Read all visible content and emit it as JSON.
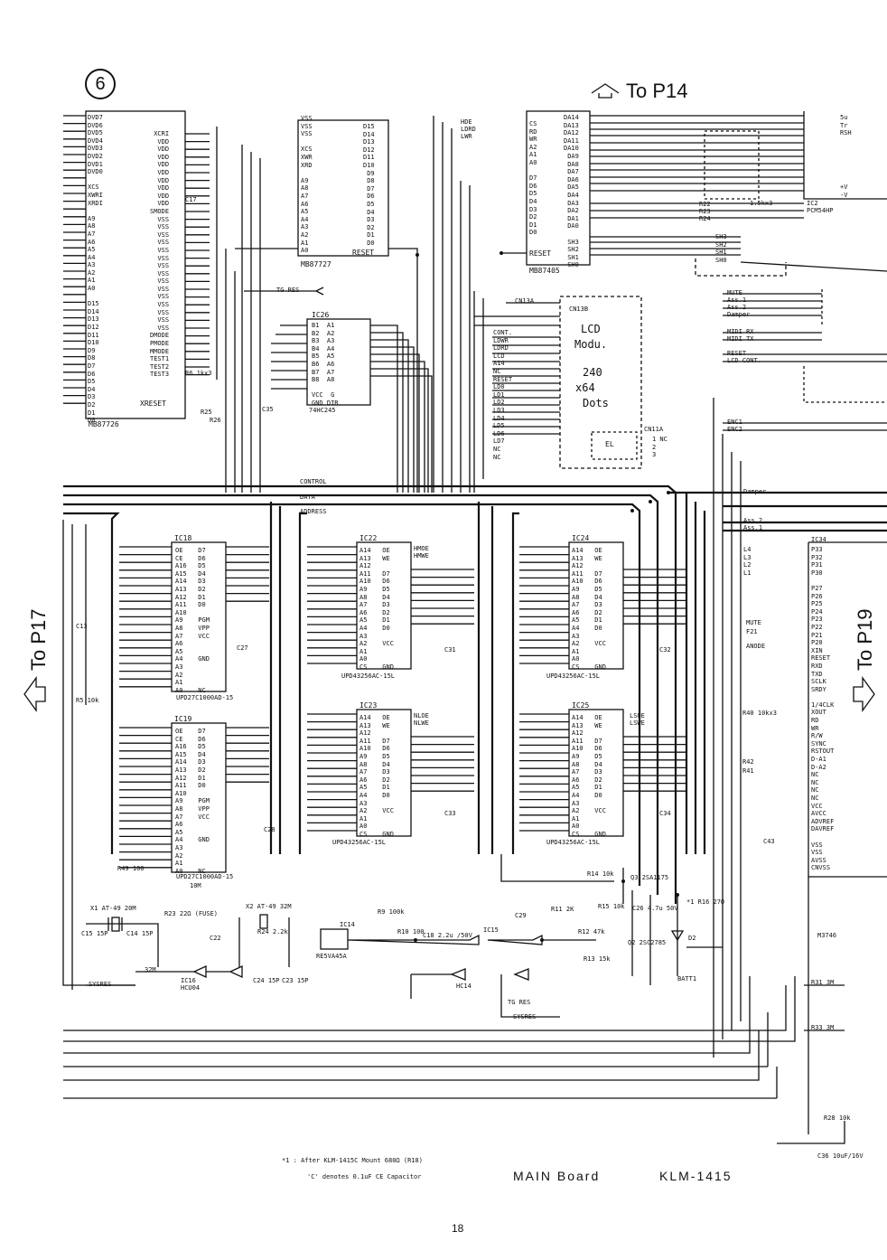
{
  "page": {
    "sheet_number": "6",
    "page_number": "18",
    "board_title": "MAIN Board",
    "model": "KLM-1415",
    "footnote_1": "*1 : After KLM-1415C Mount 680Ω (R18)",
    "footnote_2": "'C' denotes 0.1uF CE Capacitor"
  },
  "nav": {
    "to_p14": "To P14",
    "to_p17": "To P17",
    "to_p19": "To P19"
  },
  "buses": {
    "control": "CONTROL",
    "data": "DATA",
    "address": "ADDRESS"
  },
  "ics": {
    "mb87726": {
      "name": "MB87726",
      "xreset": "XRESET",
      "left_pins": "DVD7\nDVD6\nDVD5\nDVD4\nDVD3\nDVD2\nDVD1\nDVD0\n\nXCS\nXWRI\nXRDI\n\nA9\nA8\nA7\nA6\nA5\nA4\nA3\nA2\nA1\nA0\n\nD15\nD14\nD13\nD12\nD11\nD10\nD9\nD8\nD7\nD6\nD5\nD4\nD3\nD2\nD1\nD0",
      "right_pins": "XCRI\nVDD\nVDD\nVDD\nVDD\nVDD\nVDD\nVDD\nVDD\nVDD\nSMODE\nVSS\nVSS\nVSS\nVSS\nVSS\nVSS\nVSS\nVSS\nVSS\nVSS\nVSS\nVSS\nVSS\nVSS\nVSS\nDMODE\nPMODE\nMMODE\nTEST1\nTEST2\nTEST3"
    },
    "mb87727": {
      "name": "MB87727",
      "reset": "RESET",
      "left_pins": "VSS\nVSS\nVSS\n\nXCS\nXWR\nXRD\n\nA9\nA8\nA7\nA6\nA5\nA4\nA3\nA2\nA1\nA0",
      "right_pins": "D15\nD14\nD13\nD12\nD11\nD10\nD9\nD8\nD7\nD6\nD5\nD4\nD3\nD2\nD1\nD0"
    },
    "mb87405": {
      "name": "MB87405",
      "reset": "RESET",
      "left_pins": "CS\nRD\nWR\nA2\nA1\nA0\n\nD7\nD6\nD5\nD4\nD3\nD2\nD1\nD0",
      "right_pins": "DA14\nDA13\nDA12\nDA11\nDA10\nDA9\nDA8\nDA7\nDA6\nDA5\nDA4\nDA3\nDA2\nDA1\nDA0\n\nSH3\nSH2\nSH1\nSH0"
    },
    "ic26": {
      "name": "IC26",
      "part": "74HC245",
      "pins": "B1  A1\nB2  A2\nB3  A3\nB4  A4\nB5  A5\nB6  A6\nB7  A7\nB8  A8\n\nVCC  G\nGND DIR"
    },
    "ic18": {
      "name": "IC18",
      "part": "UPD27C1000AD-15",
      "pins": "OE    D7\nCE    D6\nA16   D5\nA15   D4\nA14   D3\nA13   D2\nA12   D1\nA11   D0\nA10\nA9    PGM\nA8    VPP\nA7    VCC\nA6\nA5\nA4    GND\nA3\nA2\nA1\nA0    NC"
    },
    "ic19": {
      "name": "IC19",
      "part": "UPD27C1000AD-15",
      "pins": "OE    D7\nCE    D6\nA16   D5\nA15   D4\nA14   D3\nA13   D2\nA12   D1\nA11   D0\nA10\nA9    PGM\nA8    VPP\nA7    VCC\nA6\nA5\nA4    GND\nA3\nA2\nA1\nA0    NC"
    },
    "ic22": {
      "name": "IC22",
      "part": "UPD43256AC-15L"
    },
    "ic23": {
      "name": "IC23",
      "part": "UPD43256AC-15L"
    },
    "ic24": {
      "name": "IC24",
      "part": "UPD43256AC-15L"
    },
    "ic25": {
      "name": "IC25",
      "part": "UPD43256AC-15L"
    },
    "sram_pins": "A14   OE\nA13   WE\nA12\nA11   D7\nA10   D6\nA9    D5\nA8    D4\nA7    D3\nA6    D2\nA5    D1\nA4    D0\nA3\nA2    VCC\nA1\nA0\nCS    GND",
    "ic2": {
      "name": "IC2",
      "part": "PCM54HP"
    },
    "ic34": {
      "name": "IC34",
      "part": "M3746",
      "pins": "P33\nP32\nP31\nP30\n\nP27\nP26\nP25\nP24\nP23\nP22\nP21\nP20\nXIN\nRESET\nRXD\nTXD\nSCLK\nSRDY\n\n1/4CLK\nXOUT\nRD\nWR\nR/W\nSYNC\nRSTOUT\nD-A1\nD-A2\nNC\nNC\nNC\nNC\nVCC\nAVCC\nADVREF\nDAVREF\n\nVSS\nVSS\nAVSS\nCNVSS"
    },
    "ic14": {
      "name": "IC14",
      "part": "RE5VA45A"
    },
    "ic15": "IC15",
    "ic16": {
      "name": "IC16",
      "part": "HCU04"
    },
    "hc14": "HC14"
  },
  "lcd": {
    "connector_a": "CN13A",
    "connector_b": "CN13B",
    "line1": "LCD",
    "line2": "Modu.",
    "line3": "240",
    "line4": "x64",
    "line5": "Dots",
    "pins": "CONT.\nLDWR\nLDRD\nLCD\nA14\nNC\nRESET\nLD0\nLD1\nLD2\nLD3\nLD4\nLD5\nLD6\nLD7\nNC\nNC",
    "el_connector": "CN11A",
    "el_label": "EL",
    "el_pins": "1 NC\n2\n3"
  },
  "signals": {
    "tg_res": "TG RES",
    "sysres": "SYSRES",
    "xreset": "XRESET",
    "reset": "RESET",
    "mute": "MUTE",
    "ass1": "Ass.1",
    "ass2": "Ass.2",
    "damper": "Damper",
    "midi_rx": "MIDI RX",
    "midi_tx": "MIDI TX",
    "lcd_cont": "LCD CONT.",
    "enc1": "ENC1",
    "enc2": "ENC2",
    "l_lines": "L4\nL3\nL2\nL1",
    "anode": "ANODE",
    "hde": "HDE",
    "ldrd": "LDRD",
    "lwr": "LWR",
    "sh_lines": "SH3\nSH2\nSH1\nSH0",
    "ck32m": "32M",
    "ck10m": "10M",
    "f21": "F21",
    "hm_oe": "HMOE",
    "hm_we": "HMWE",
    "nl_oe": "NLOE",
    "nl_we": "NLWE",
    "ls_oe": "LSOE",
    "ls_we": "LSWE"
  },
  "components": {
    "x1": "X1 AT-49 20M",
    "x2": "X2 AT-49 32M",
    "r23": "R23 22Ω (FUSE)",
    "r24": "R24 2.2k",
    "r9": "R9 100k",
    "r10": "R10 100",
    "c18": "C18 2.2u /50V",
    "r11": "R11 2K",
    "r12": "R12 47k",
    "r13": "R13 15k",
    "r14": "R14 10k",
    "r15": "R15 10k",
    "r16": "*1 R16 270",
    "c26": "C26 4.7u 50V",
    "q2": "Q2 2SC2785",
    "q3": "Q3 2SA1175",
    "d2": "D2",
    "batt": "BATT1",
    "r49": "R49 100",
    "r6": "R6 1kx3",
    "r5": "R5 10k",
    "r40": "R40 10kx3",
    "r41": "R41",
    "r42": "R42",
    "r31": "R31 3M",
    "r33": "R33 3M",
    "r25": "R25",
    "r26": "R26",
    "r28": "R28 10k",
    "c36": "C36 10uF/16V",
    "c13": "C13",
    "c14": "C14 15P",
    "c15": "C15 15P",
    "c17": "C17",
    "c22": "C22",
    "c23": "C23 15P",
    "c24": "C24 15P",
    "c27": "C27",
    "c28": "C28",
    "c29": "C29",
    "c31": "C31",
    "c32": "C32",
    "c33": "C33",
    "c34": "C34",
    "c35": "C35",
    "c43": "C43",
    "res_net": "1.5kx3",
    "r22": "R22",
    "r23b": "R23",
    "r24b": "R24"
  },
  "edge_labels": {
    "right_top": "5u\nTr\nRSH",
    "right_top2": "+V\n-V"
  }
}
